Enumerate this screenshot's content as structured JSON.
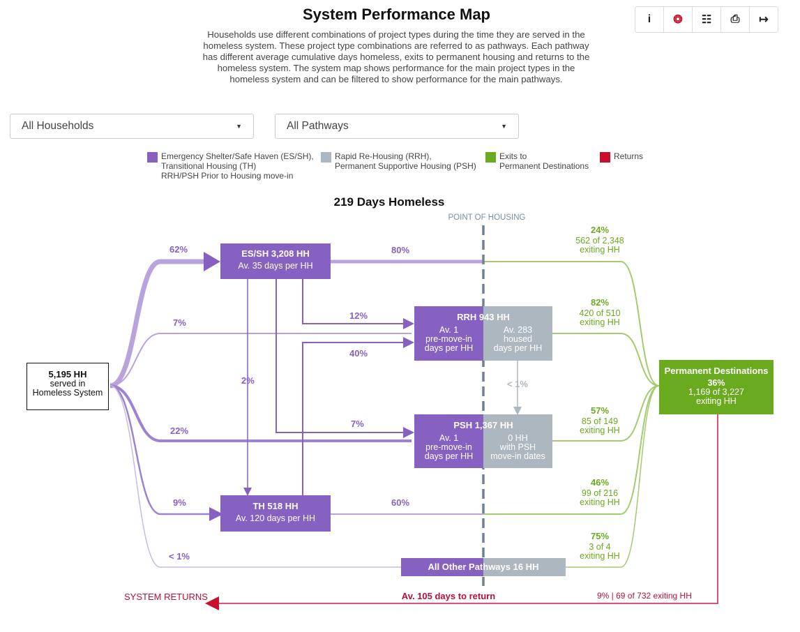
{
  "header": {
    "title": "System Performance Map",
    "intro": "Households use different combinations of project types during the time they are served in the homeless system. These project type combinations are referred to as pathways. Each pathway has different average cumulative days homeless, exits to permanent housing and returns to the homeless system. The system map shows performance for the main project types in the homeless system and can be filtered to show performance for the main pathways."
  },
  "toolbar": {
    "icons": [
      "info-icon",
      "lightbulb-icon",
      "grid-icon",
      "print-icon",
      "exit-icon"
    ],
    "glyphs": [
      "i",
      "❂",
      "☷",
      "⎙",
      "↦"
    ]
  },
  "filters": {
    "household": "All Households",
    "pathway": "All Pathways"
  },
  "legend": [
    {
      "color": "#8661c1",
      "text": "Emergency Shelter/Safe Haven (ES/SH),\nTransitional Housing (TH)\nRRH/PSH Prior to Housing move-in"
    },
    {
      "color": "#adb7bf",
      "text": "Rapid Re-Housing (RRH),\nPermanent Supportive Housing (PSH)"
    },
    {
      "color": "#6aaa1e",
      "text": "Exits to\nPermanent Destinations"
    },
    {
      "color": "#c8102e",
      "text": "Returns"
    }
  ],
  "map": {
    "days_homeless": "219 Days Homeless",
    "point_of_housing": "POINT OF HOUSING",
    "source": {
      "count": "5,195 HH",
      "label": "served in\nHomeless System"
    },
    "essh": {
      "title": "ES/SH  3,208 HH",
      "sub": "Av. 35 days per HH"
    },
    "rrh": {
      "title": "RRH  943 HH",
      "pre": "Av. 1\npre-move-in\ndays per HH",
      "post": "Av. 283\nhoused\ndays per HH"
    },
    "psh": {
      "title": "PSH  1,367 HH",
      "pre": "Av. 1\npre-move-in\ndays per HH",
      "post": "0 HH\nwith PSH\nmove-in dates"
    },
    "th": {
      "title": "TH  518 HH",
      "sub": "Av. 120 days per HH"
    },
    "other": {
      "title": "All Other Pathways  16 HH"
    },
    "perm": {
      "title": "Permanent Destinations",
      "pct": "36%",
      "sub": "1,169 of 3,227\nexiting HH"
    },
    "entry": {
      "essh": "62%",
      "rrh": "7%",
      "psh": "22%",
      "th": "9%",
      "other": "< 1%"
    },
    "transfer": {
      "essh_rrh": "12%",
      "th_rrh": "40%",
      "essh_psh": "7%",
      "essh_th": "2%",
      "rrh_psh": "< 1%",
      "essh_exit": "80%",
      "th_exit": "60%"
    },
    "exits": [
      {
        "pct": "24%",
        "sub": "562 of 2,348\nexiting HH"
      },
      {
        "pct": "82%",
        "sub": "420 of 510\nexiting HH"
      },
      {
        "pct": "57%",
        "sub": "85 of 149\nexiting HH"
      },
      {
        "pct": "46%",
        "sub": "99 of 216\nexiting HH"
      },
      {
        "pct": "75%",
        "sub": "3 of 4\nexiting HH"
      }
    ],
    "returns": {
      "label": "SYSTEM RETURNS",
      "days": "Av. 105 days to return",
      "stat": "9% | 69 of 732 exiting HH"
    }
  },
  "colors": {
    "purple": "#8661c1",
    "purple_light": "#b9a3dc",
    "grey": "#adb7bf",
    "green": "#6aaa1e",
    "green_light": "#a3cb6f",
    "red": "#c8102e",
    "return_line": "#d6537a"
  }
}
